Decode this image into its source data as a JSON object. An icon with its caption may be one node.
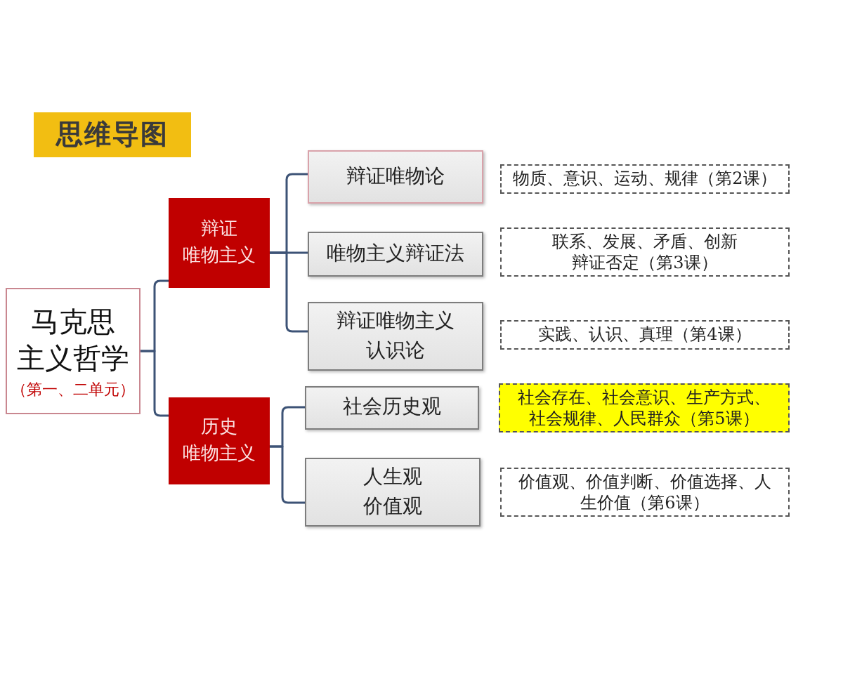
{
  "diagram": {
    "title": "思维导图",
    "nodes": [
      {
        "text": [
          "马克思主义哲学",
          "（第一、二单元）"
        ]
      },
      {
        "text": [
          "辩证唯物主义"
        ]
      },
      {
        "text": [
          "辩证唯物论"
        ]
      },
      {
        "text": [
          "物质、意识、运动、规律（第2课）"
        ]
      },
      {
        "text": [
          "唯物主义辩证法"
        ]
      },
      {
        "text": [
          "联系、发展、矛盾、创新辩证否定（第3课）"
        ]
      },
      {
        "text": [
          "辩证唯物主义认识论"
        ]
      },
      {
        "text": [
          "实践、认识、真理（第4课）"
        ]
      },
      {
        "text": [
          "历史唯物主义"
        ]
      },
      {
        "text": [
          "社会历史观"
        ]
      },
      {
        "text": [
          "社会存在、社会意识、生产方式、社会规律、人民群众（第5课）"
        ]
      },
      {
        "text": [
          "人生观价值观"
        ]
      },
      {
        "text": [
          "价值观、价值判断、价值选择、人生价值（第6课）"
        ]
      }
    ],
    "edges": [
      {
        "from": 0,
        "to": 1,
        "arrow": "none"
      },
      {
        "from": 0,
        "to": 8,
        "arrow": "none"
      },
      {
        "from": 1,
        "to": 2,
        "arrow": "none"
      },
      {
        "from": 1,
        "to": 4,
        "arrow": "none"
      },
      {
        "from": 1,
        "to": 6,
        "arrow": "none"
      },
      {
        "from": 8,
        "to": 9,
        "arrow": "none"
      },
      {
        "from": 8,
        "to": 11,
        "arrow": "none"
      }
    ]
  }
}
